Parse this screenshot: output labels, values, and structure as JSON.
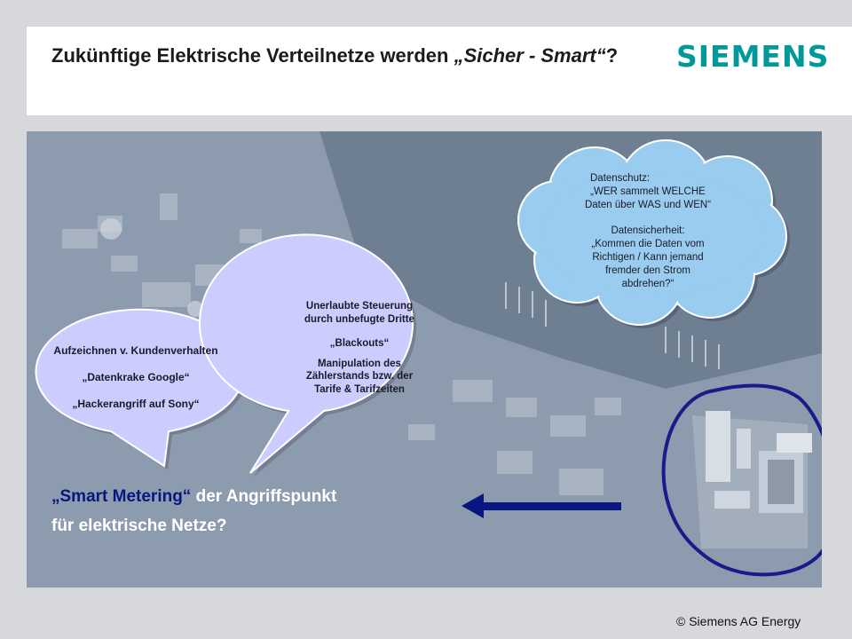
{
  "header": {
    "title_part1": "Zukünftige Elektrische Verteilnetze werden ",
    "title_italic": "„Sicher - Smart“",
    "title_end": "?",
    "logo": "SIEMENS"
  },
  "bubbles": {
    "data_cloud": {
      "l1": "Datenschutz:",
      "l2": "„WER sammelt WELCHE",
      "l3": "Daten über WAS und WEN“",
      "l4": "Datensicherheit:",
      "l5": "„Kommen die Daten vom",
      "l6": "Richtigen / Kann jemand",
      "l7": "fremder den Strom",
      "l8": "abdrehen?“"
    },
    "customer": {
      "l1": "Aufzeichnen v. Kundenverhalten",
      "l2": "„Datenkrake Google“",
      "l3": "„Hackerangriff auf Sony“"
    },
    "control": {
      "l1": "Unerlaubte Steuerung",
      "l2": "durch unbefugte Dritte",
      "l3": "„Blackouts“",
      "l4": "Manipulation des",
      "l5": "Zählerstands bzw. der",
      "l6": "Tarife & Tarifzeiten"
    }
  },
  "statement": {
    "quote": "„Smart Metering“",
    "line1_rest": " der Angriffspunkt",
    "line2": "für elektrische Netze?"
  },
  "footer": {
    "copyright": "© Siemens AG Energy"
  },
  "colors": {
    "brand": "#009999",
    "cloud_fill": "#99ccee",
    "bubble_fill": "#ccccff",
    "highlight": "#1a1a8a"
  }
}
